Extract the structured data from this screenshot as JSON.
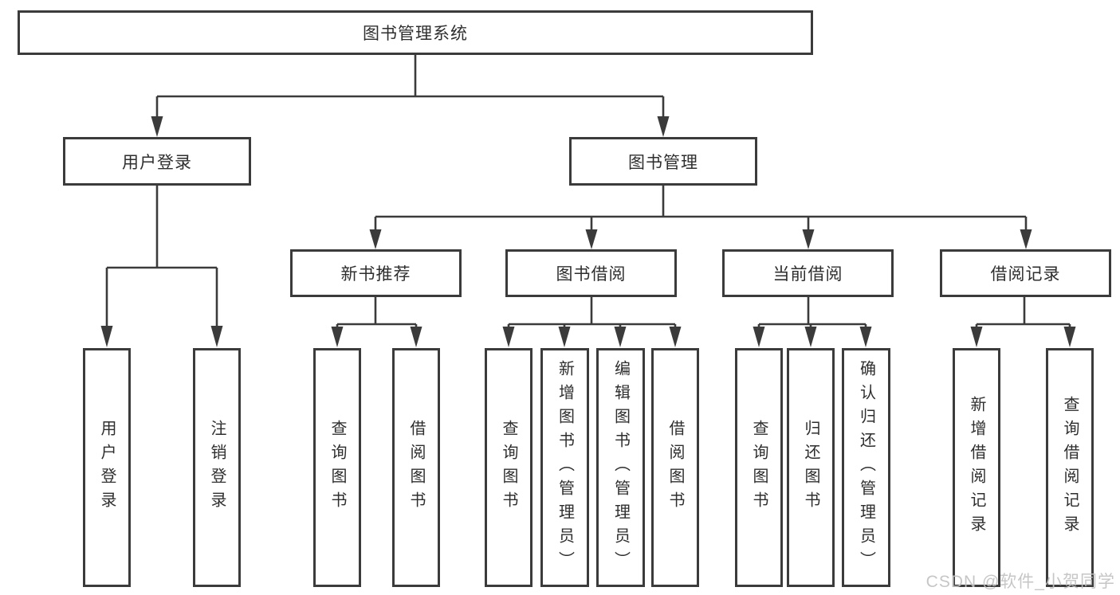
{
  "diagram": {
    "root": {
      "label": "图书管理系统"
    },
    "level2": [
      {
        "label": "用户登录"
      },
      {
        "label": "图书管理"
      }
    ],
    "level3": [
      {
        "label": "新书推荐"
      },
      {
        "label": "图书借阅"
      },
      {
        "label": "当前借阅"
      },
      {
        "label": "借阅记录"
      }
    ],
    "leaves": [
      {
        "label": "用户登录"
      },
      {
        "label": "注销登录"
      },
      {
        "label": "查询图书"
      },
      {
        "label": "借阅图书"
      },
      {
        "label": "查询图书"
      },
      {
        "label": "新增图书（管理员）"
      },
      {
        "label": "编辑图书（管理员）"
      },
      {
        "label": "借阅图书"
      },
      {
        "label": "查询图书"
      },
      {
        "label": "归还图书"
      },
      {
        "label": "确认归还（管理员）"
      },
      {
        "label": "新增借阅记录"
      },
      {
        "label": "查询借阅记录"
      }
    ]
  },
  "watermark": {
    "text": "CSDN @软件_小贺同学"
  },
  "colors": {
    "line": "#3b3b3b",
    "border": "#3b3b3b",
    "text": "#2e2e2e",
    "watermark": "#c3c2c2",
    "background": "#ffffff"
  }
}
